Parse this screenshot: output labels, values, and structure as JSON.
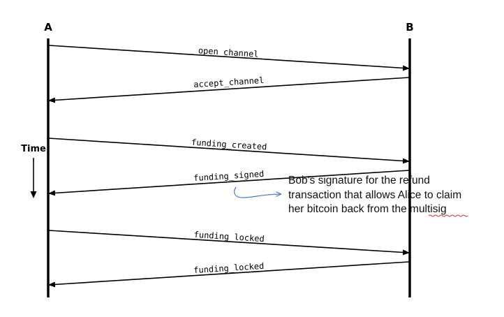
{
  "parties": {
    "left": "A",
    "right": "B"
  },
  "time_label": "Time",
  "messages": [
    {
      "label": "open_channel",
      "from": "A",
      "to": "B"
    },
    {
      "label": "accept_channel",
      "from": "B",
      "to": "A"
    },
    {
      "label": "funding_created",
      "from": "A",
      "to": "B"
    },
    {
      "label": "funding_signed",
      "from": "B",
      "to": "A"
    },
    {
      "label": "funding_locked",
      "from": "A",
      "to": "B"
    },
    {
      "label": "funding_locked",
      "from": "B",
      "to": "A"
    }
  ],
  "note": {
    "lines": [
      "Bob's signature for the refund",
      "transaction that allows Alice to claim",
      "her bitcoin back from the multisig"
    ],
    "pointer_color": "#4a7fc1",
    "underline_color": "#d43030"
  },
  "colors": {
    "ink": "#000000"
  }
}
